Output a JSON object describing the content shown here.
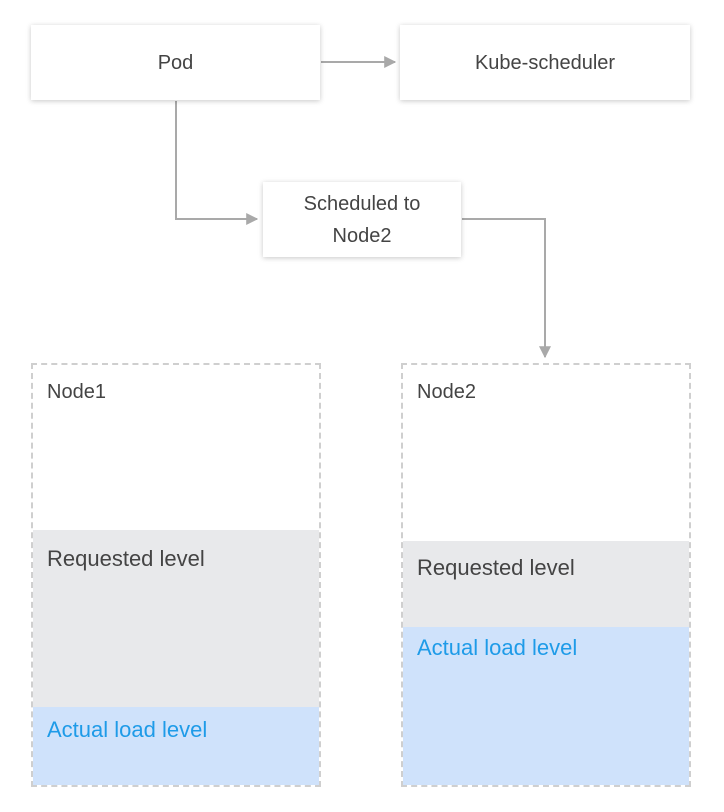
{
  "pod": {
    "label": "Pod"
  },
  "scheduler": {
    "label": "Kube-scheduler"
  },
  "scheduled": {
    "label": "Scheduled to\nNode2"
  },
  "nodes": [
    {
      "title": "Node1",
      "requested_label": "Requested level",
      "actual_label": "Actual load level"
    },
    {
      "title": "Node2",
      "requested_label": "Requested level",
      "actual_label": "Actual load level"
    }
  ],
  "colors": {
    "connector": "#a9a9a9",
    "requested_fill": "#e8e9eb",
    "actual_fill": "#cfe2fb",
    "actual_text": "#1e9be8",
    "dashed_border": "#cfcfcf"
  }
}
